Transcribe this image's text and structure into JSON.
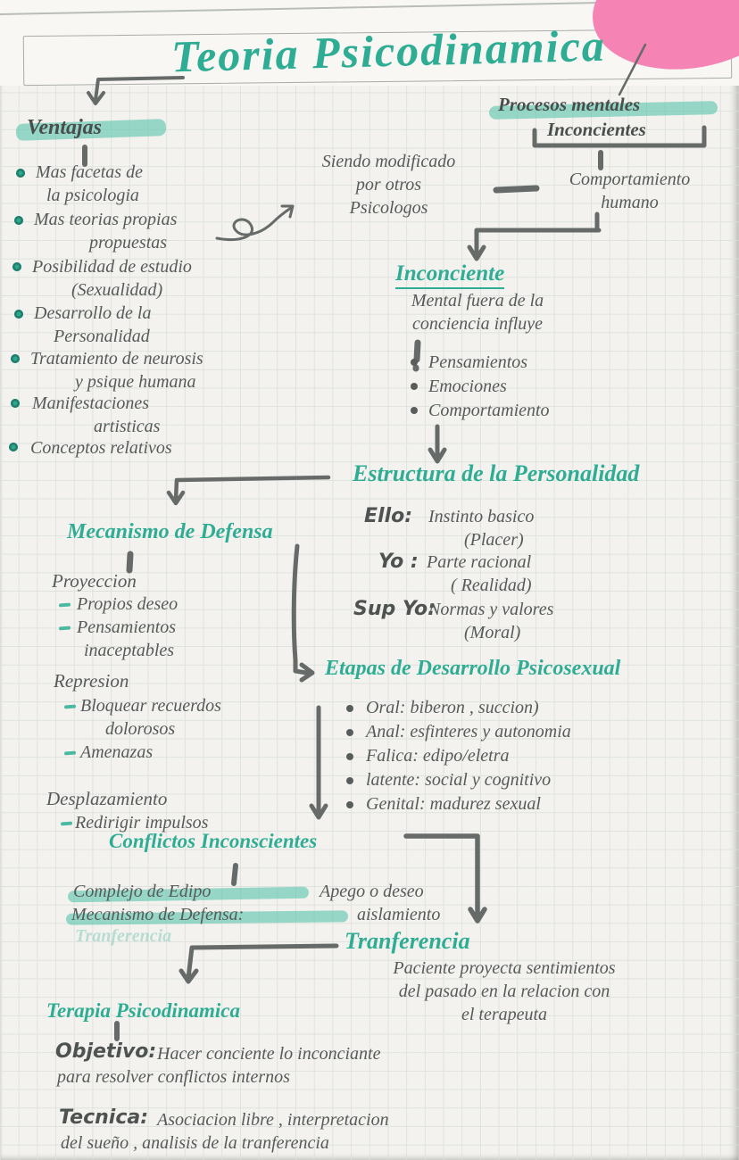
{
  "title": "Teoria Psicodinamica",
  "colors": {
    "teal": "#2fad94",
    "teal_highlight": "#5cc5ad",
    "pencil": "#565b5a",
    "pink": "#f583b4"
  },
  "top_right": {
    "highlighted": "Procesos mentales",
    "bracketed": "Inconcientes"
  },
  "ventajas": {
    "heading": "Ventajas",
    "items": [
      "Mas facetas de\nla psicologia",
      "Mas teorias propias\npropuestas",
      "Posibilidad de estudio\n(Sexualidad)",
      "Desarrollo de la\nPersonalidad",
      "Tratamiento de neurosis\ny psique humana",
      "Manifestaciones\nartisticas",
      "Conceptos relativos"
    ]
  },
  "flujo": {
    "modificado": "Siendo modificado\npor otros\nPsicologos",
    "comportamiento": "Comportamiento\nhumano"
  },
  "inconciente": {
    "heading": "Inconciente",
    "descripcion": "Mental fuera de la\nconciencia influye",
    "items": [
      "Pensamientos",
      "Emociones",
      "Comportamiento"
    ]
  },
  "estructura": {
    "heading": "Estructura de la Personalidad",
    "entries": [
      {
        "term": "Ello:",
        "def": "Instinto basico\n(Placer)"
      },
      {
        "term": "Yo :",
        "def": "Parte racional\n( Realidad)"
      },
      {
        "term": "Sup Yo:",
        "def": "Normas y valores\n(Moral)"
      }
    ]
  },
  "mecanismo": {
    "heading": "Mecanismo de Defensa",
    "groups": [
      {
        "title": "Proyeccion",
        "items": [
          "Propios deseo",
          "Pensamientos\ninaceptables"
        ]
      },
      {
        "title": "Represion",
        "items": [
          "Bloquear recuerdos\ndolorosos",
          "Amenazas"
        ]
      },
      {
        "title": "Desplazamiento",
        "items": [
          "Redirigir impulsos"
        ]
      }
    ]
  },
  "etapas": {
    "heading": "Etapas de Desarrollo Psicosexual",
    "items": [
      "Oral: biberon , succion)",
      "Anal: esfinteres y autonomia",
      "Falica: edipo/eletra",
      "latente: social y cognitivo",
      "Genital: madurez sexual"
    ]
  },
  "conflictos": {
    "heading": "Conflictos Inconscientes",
    "linea1_resaltado": "Complejo de Edipo",
    "linea1_resto": "Apego o deseo",
    "linea2_resaltado": "Mecanismo de Defensa:",
    "linea2_resto": "aislamiento",
    "texto_borrado": "Tranferencia"
  },
  "tranferencia": {
    "heading": "Tranferencia",
    "descripcion": "Paciente proyecta sentimientos\ndel pasado en la relacion con\nel terapeuta"
  },
  "terapia": {
    "heading": "Terapia Psicodinamica",
    "objetivo_label": "Objetivo:",
    "objetivo_texto": "Hacer conciente lo inconciante\npara resolver conflictos internos",
    "tecnica_label": "Tecnica:",
    "tecnica_texto": "Asociacion libre , interpretacion\ndel sueño , analisis de la tranferencia"
  }
}
